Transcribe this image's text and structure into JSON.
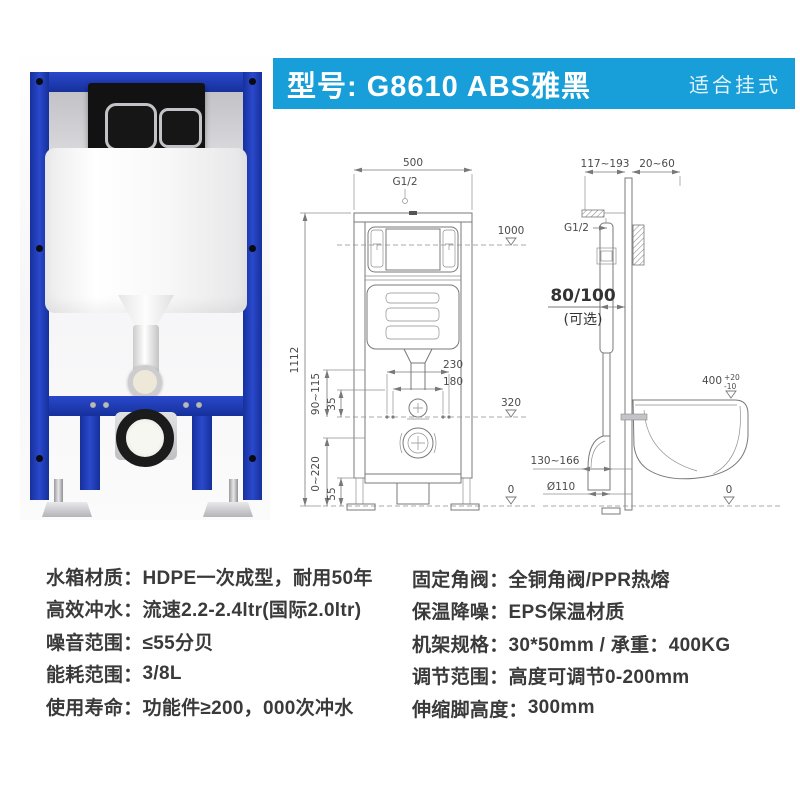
{
  "banner": {
    "model": "型号: G8610 ABS雅黑",
    "fit": "适合挂式",
    "bg_color": "#189fd9"
  },
  "colors": {
    "banner_blue": "#189fd9",
    "frame_blue": "#1e3cb5",
    "plate_black": "#121212",
    "spec_text_gray": "#3a3a3a",
    "drawing_line_gray": "#787878"
  },
  "drawing": {
    "front": {
      "width": "500",
      "inlet": "G1/2",
      "height": "1112",
      "level_top": "1000",
      "dim_230": "230",
      "dim_180": "180",
      "dim_90_115": "90~115",
      "dim_35": "35",
      "level_mid": "320",
      "dim_0_220": "0~220",
      "dim_55": "55",
      "level_base": "0"
    },
    "side": {
      "frame_depth": "117~193",
      "wall_gap": "20~60",
      "inlet": "G1/2",
      "option_dim": "80/100",
      "option_note": "(可选)",
      "pan_height": "400",
      "pan_tol_plus": "+20",
      "pan_tol_minus": "-10",
      "outlet_range": "130~166",
      "outlet_dia": "Ø110",
      "level_base": "0"
    }
  },
  "specs": {
    "left": [
      {
        "label": "水箱材质：",
        "value": "HDPE一次成型，耐用50年"
      },
      {
        "label": "高效冲水：",
        "value": "流速2.2-2.4ltr(国际2.0ltr)"
      },
      {
        "label": "噪音范围：",
        "value": "≤55分贝"
      },
      {
        "label": "能耗范围：",
        "value": "3/8L"
      },
      {
        "label": "使用寿命：",
        "value": "功能件≥200，000次冲水"
      }
    ],
    "right": [
      {
        "label": "固定角阀：",
        "value": "全铜角阀/PPR热熔"
      },
      {
        "label": "保温降噪：",
        "value": "EPS保温材质"
      },
      {
        "label": "机架规格：",
        "value": "30*50mm / 承重：400KG"
      },
      {
        "label": "调节范围：",
        "value": "高度可调节0-200mm"
      },
      {
        "label": "伸缩脚高度：",
        "value": "300mm"
      }
    ]
  }
}
